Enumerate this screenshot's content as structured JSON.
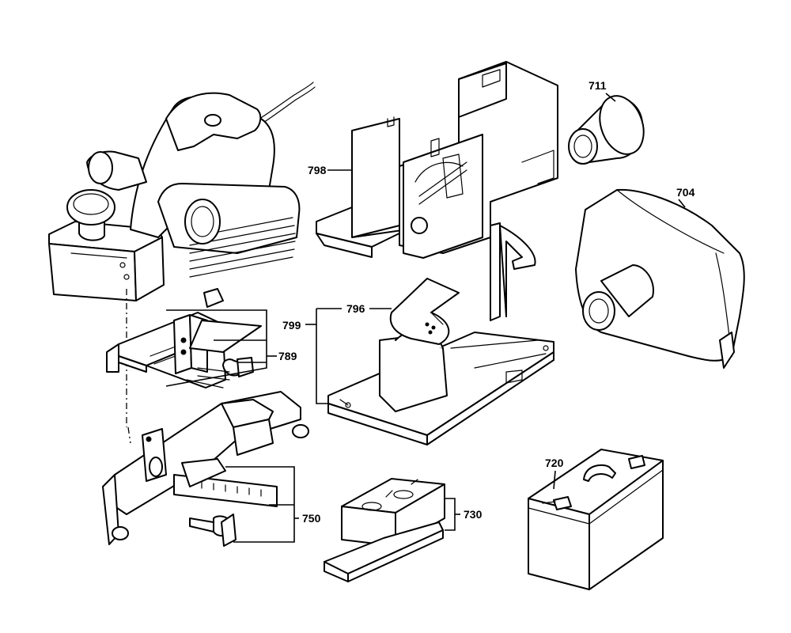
{
  "diagram": {
    "parts": [
      {
        "id": "p798",
        "number": "798"
      },
      {
        "id": "p711",
        "number": "711"
      },
      {
        "id": "p704",
        "number": "704"
      },
      {
        "id": "p796",
        "number": "796"
      },
      {
        "id": "p799",
        "number": "799"
      },
      {
        "id": "p789",
        "number": "789"
      },
      {
        "id": "p750",
        "number": "750"
      },
      {
        "id": "p730",
        "number": "730"
      },
      {
        "id": "p720",
        "number": "720"
      }
    ]
  },
  "colors": {
    "line": "#000000",
    "background": "#ffffff"
  }
}
